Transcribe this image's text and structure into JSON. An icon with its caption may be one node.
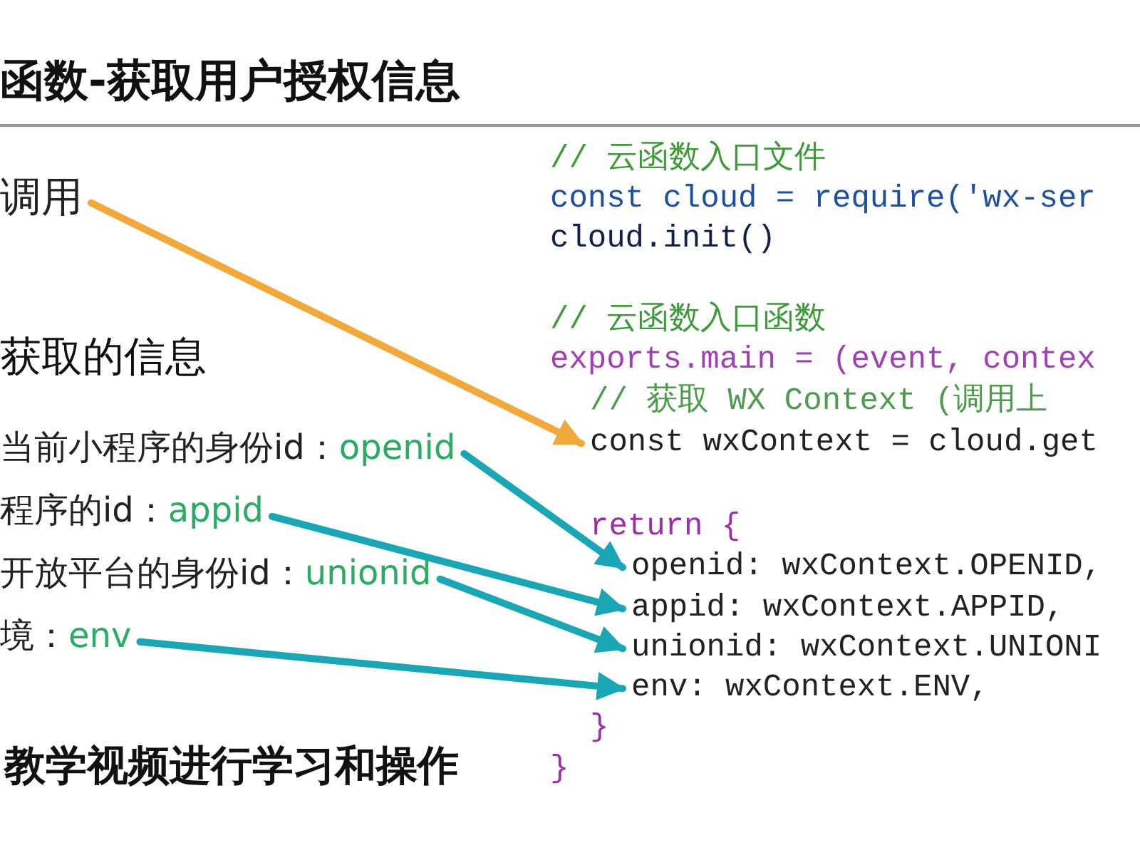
{
  "diagram": {
    "title": "函数-获取用户授权信息",
    "nodes": [
      {
        "text": [
          "调用"
        ]
      },
      {
        "text": [
          "当前小程序的身份id：",
          "openid"
        ]
      },
      {
        "text": [
          "程序的id：",
          "appid"
        ]
      },
      {
        "text": [
          "开放平台的身份id：",
          "unionid"
        ]
      },
      {
        "text": [
          "境：",
          "env"
        ]
      },
      {
        "text": [
          "const wxContext = cloud.get"
        ]
      },
      {
        "text": [
          "openid: wxContext.OPENID,"
        ]
      },
      {
        "text": [
          "appid: wxContext.APPID,"
        ]
      },
      {
        "text": [
          "unionid: wxContext.UNIONI"
        ]
      },
      {
        "text": [
          "env: wxContext.ENV,"
        ]
      }
    ],
    "edges": [
      {
        "from": 0,
        "to": 5,
        "arrow": "to",
        "color": "#f2a93b"
      },
      {
        "from": 1,
        "to": 6,
        "arrow": "to"
      },
      {
        "from": 2,
        "to": 7,
        "arrow": "to"
      },
      {
        "from": 3,
        "to": 8,
        "arrow": "to"
      },
      {
        "from": 4,
        "to": 9,
        "arrow": "to"
      }
    ],
    "labels": [
      "获取的信息",
      "教学视频进行学习和操作",
      "// 云函数入口文件",
      "const cloud = require('wx-ser",
      "cloud.init()",
      "// 云函数入口函数",
      "exports.main = (event, contex",
      "// 获取 WX Context (调用上",
      "return {",
      "}",
      "}"
    ]
  }
}
